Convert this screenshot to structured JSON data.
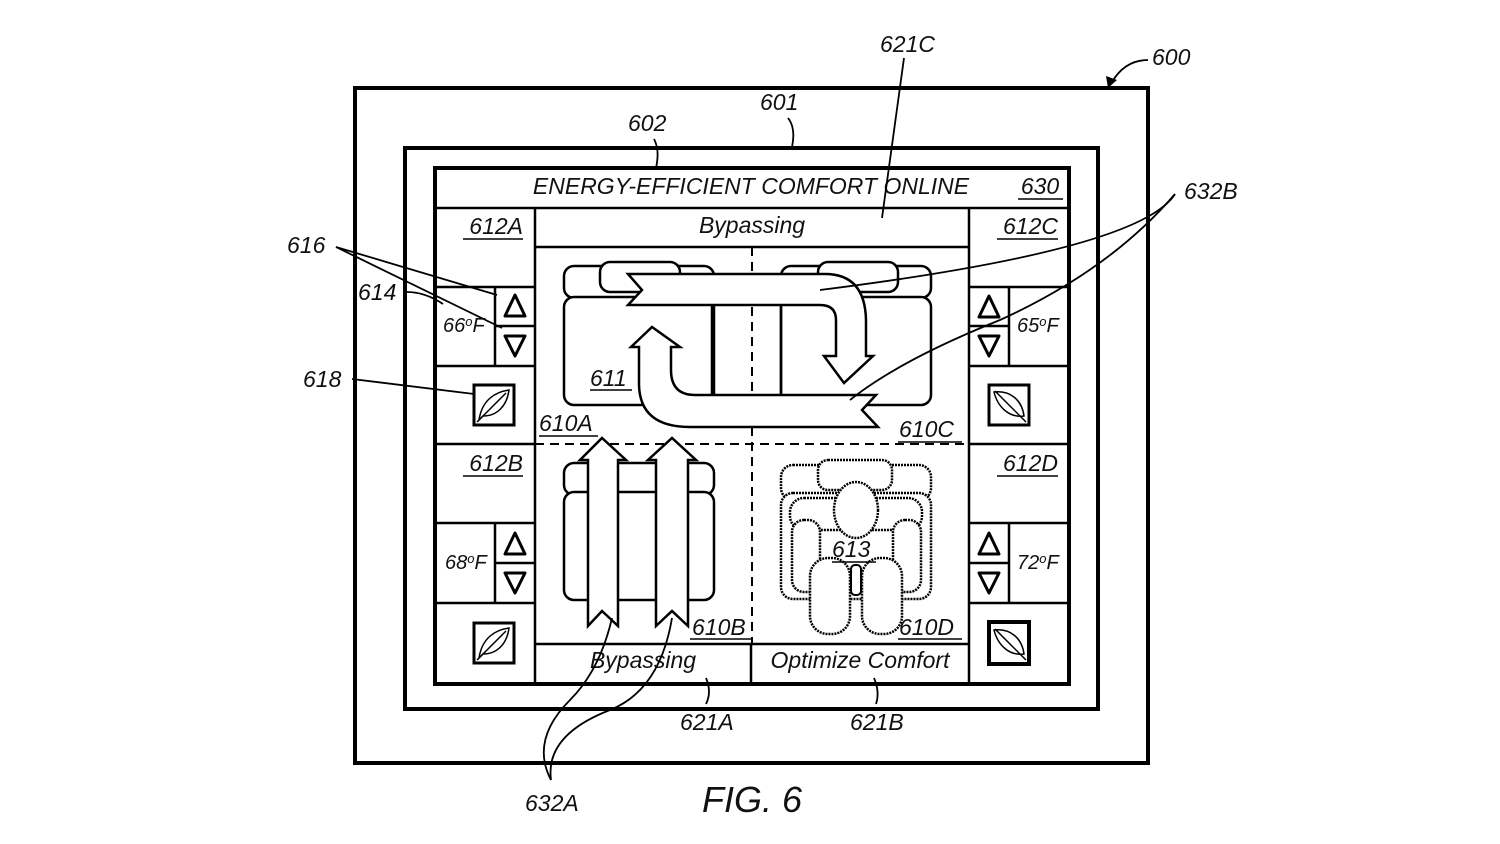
{
  "figure": {
    "caption": "FIG. 6",
    "device_ref": "600",
    "display_ref": "601",
    "screen_ref": "602"
  },
  "header": {
    "title": "ENERGY-EFFICIENT COMFORT ONLINE",
    "ref": "630"
  },
  "zones": [
    {
      "id": "612A",
      "temperature": "66",
      "unit": "°F",
      "seat_ref": "610A",
      "eco_icon": "leaf-icon"
    },
    {
      "id": "612B",
      "temperature": "68",
      "unit": "°F",
      "seat_ref": "610B",
      "eco_icon": "leaf-icon"
    },
    {
      "id": "612C",
      "temperature": "65",
      "unit": "°F",
      "seat_ref": "610C",
      "eco_icon": "leaf-icon"
    },
    {
      "id": "612D",
      "temperature": "72",
      "unit": "°F",
      "seat_ref": "610D",
      "eco_icon": "leaf-icon"
    }
  ],
  "status": {
    "top": "Bypassing",
    "bottom_left": "Bypassing",
    "bottom_right": "Optimize Comfort"
  },
  "refs": {
    "r616": "616",
    "r614": "614",
    "r618": "618",
    "r611": "611",
    "r613": "613",
    "r621A": "621A",
    "r621B": "621B",
    "r621C": "621C",
    "r632A": "632A",
    "r632B": "632B"
  },
  "icons": {
    "up": "triangle-up-icon",
    "down": "triangle-down-icon",
    "eco": "leaf-icon"
  }
}
